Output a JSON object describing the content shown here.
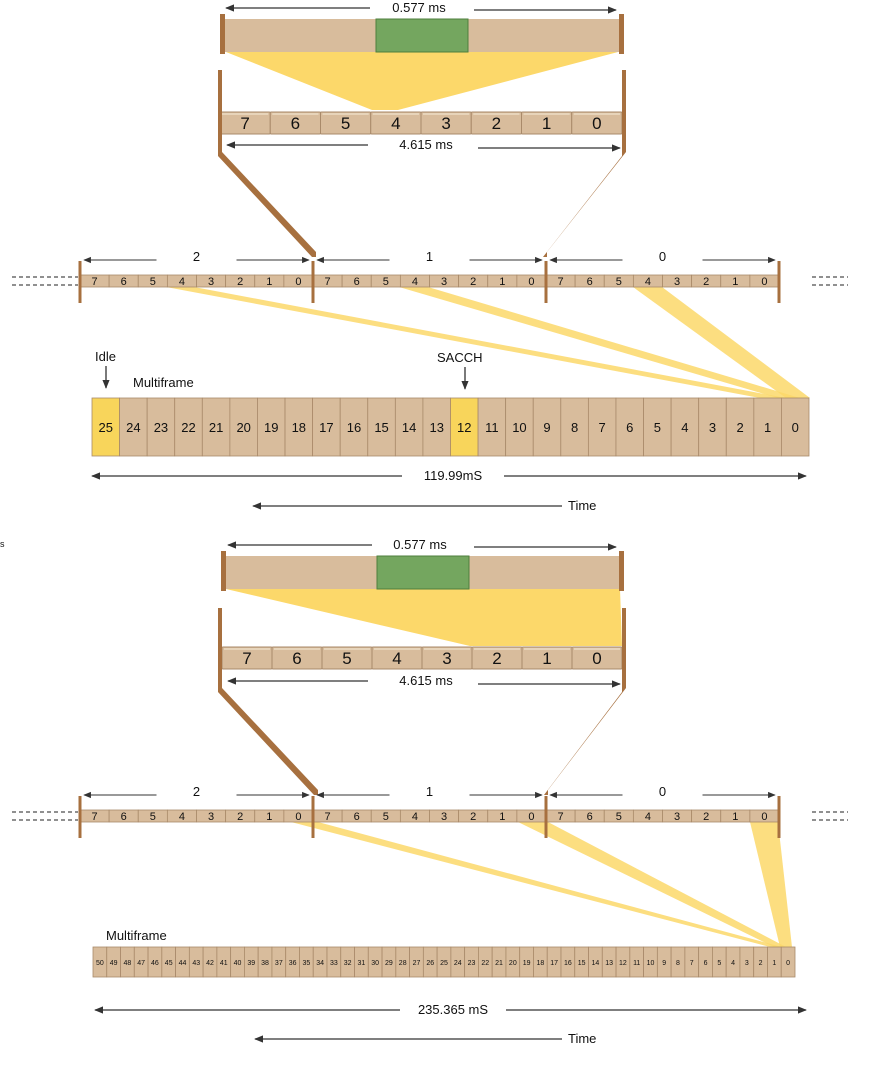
{
  "colors": {
    "cell": "#d8bc9c",
    "cell_edge": "#a98a6a",
    "bracket": "#a7703f",
    "burst": "#74a65f",
    "burst_edge": "#4e7f3d",
    "beam": "#fcd86a",
    "highlight": "#f8d55b",
    "arrow": "#333333"
  },
  "diagram_top": {
    "timeslot_duration": "0.577 ms",
    "frame_duration": "4.615  ms",
    "frame_slots": [
      "7",
      "6",
      "5",
      "4",
      "3",
      "2",
      "1",
      "0"
    ],
    "frames": [
      {
        "label": "2",
        "slots": [
          "7",
          "6",
          "5",
          "4",
          "3",
          "2",
          "1",
          "0"
        ]
      },
      {
        "label": "1",
        "slots": [
          "7",
          "6",
          "5",
          "4",
          "3",
          "2",
          "1",
          "0"
        ]
      },
      {
        "label": "0",
        "slots": [
          "7",
          "6",
          "5",
          "4",
          "3",
          "2",
          "1",
          "0"
        ]
      }
    ],
    "idle_label": "Idle",
    "sacch_label": "SACCH",
    "multiframe_label": "Multiframe",
    "multiframe_cells": [
      "25",
      "24",
      "23",
      "22",
      "21",
      "20",
      "19",
      "18",
      "17",
      "16",
      "15",
      "14",
      "13",
      "12",
      "11",
      "10",
      "9",
      "8",
      "7",
      "6",
      "5",
      "4",
      "3",
      "2",
      "1",
      "0"
    ],
    "highlighted_cells": [
      "25",
      "12"
    ],
    "multiframe_duration": "119.99mS",
    "time_label": "Time"
  },
  "margin_mark": "s",
  "diagram_bottom": {
    "timeslot_duration": "0.577 ms",
    "frame_duration": "4.615  ms",
    "frame_slots": [
      "7",
      "6",
      "5",
      "4",
      "3",
      "2",
      "1",
      "0"
    ],
    "frames": [
      {
        "label": "2",
        "slots": [
          "7",
          "6",
          "5",
          "4",
          "3",
          "2",
          "1",
          "0"
        ]
      },
      {
        "label": "1",
        "slots": [
          "7",
          "6",
          "5",
          "4",
          "3",
          "2",
          "1",
          "0"
        ]
      },
      {
        "label": "0",
        "slots": [
          "7",
          "6",
          "5",
          "4",
          "3",
          "2",
          "1",
          "0"
        ]
      }
    ],
    "multiframe_label": "Multiframe",
    "multiframe_cells": [
      "50",
      "49",
      "48",
      "47",
      "46",
      "45",
      "44",
      "43",
      "42",
      "41",
      "40",
      "39",
      "38",
      "37",
      "36",
      "35",
      "34",
      "33",
      "32",
      "31",
      "30",
      "29",
      "28",
      "27",
      "26",
      "25",
      "24",
      "23",
      "22",
      "21",
      "20",
      "19",
      "18",
      "17",
      "16",
      "15",
      "14",
      "13",
      "12",
      "11",
      "10",
      "9",
      "8",
      "7",
      "6",
      "5",
      "4",
      "3",
      "2",
      "1",
      "0"
    ],
    "multiframe_duration": "235.365 mS",
    "time_label": "Time"
  }
}
